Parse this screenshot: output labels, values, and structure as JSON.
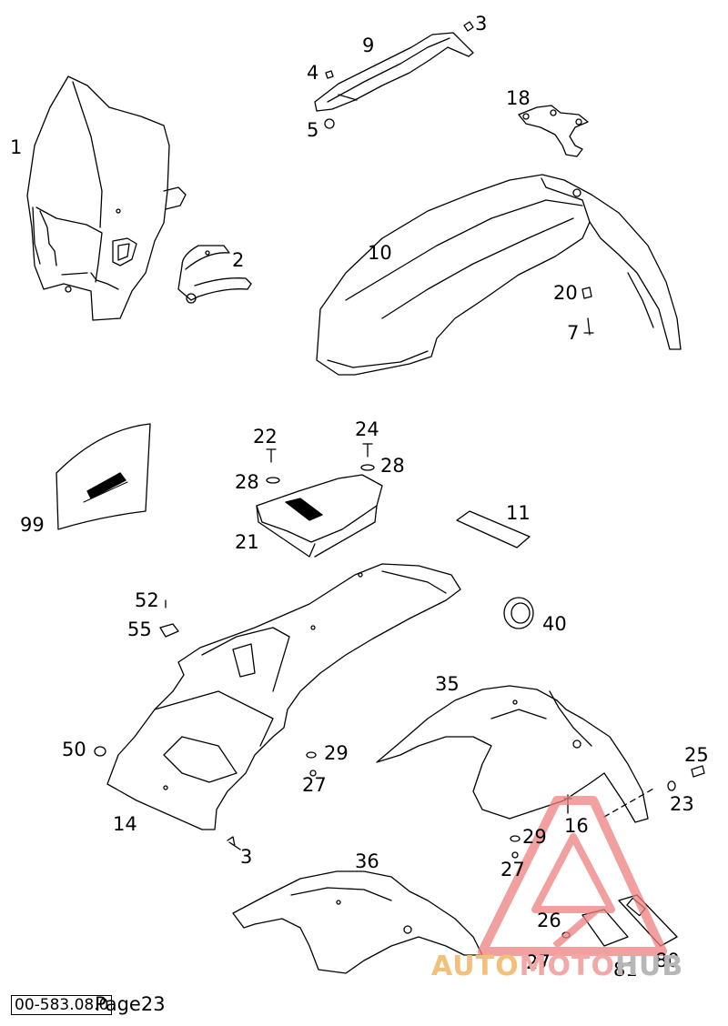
{
  "parts": [
    {
      "id": "p1",
      "number": "1"
    },
    {
      "id": "p2",
      "number": "2"
    },
    {
      "id": "p3a",
      "number": "3"
    },
    {
      "id": "p4",
      "number": "4"
    },
    {
      "id": "p5",
      "number": "5"
    },
    {
      "id": "p9",
      "number": "9"
    },
    {
      "id": "p18",
      "number": "18"
    },
    {
      "id": "p10",
      "number": "10"
    },
    {
      "id": "p20",
      "number": "20"
    },
    {
      "id": "p7",
      "number": "7"
    },
    {
      "id": "p99",
      "number": "99"
    },
    {
      "id": "p22",
      "number": "22"
    },
    {
      "id": "p28a",
      "number": "28"
    },
    {
      "id": "p24",
      "number": "24"
    },
    {
      "id": "p28b",
      "number": "28"
    },
    {
      "id": "p21",
      "number": "21"
    },
    {
      "id": "p11",
      "number": "11"
    },
    {
      "id": "p52",
      "number": "52"
    },
    {
      "id": "p55",
      "number": "55"
    },
    {
      "id": "p40",
      "number": "40"
    },
    {
      "id": "p35",
      "number": "35"
    },
    {
      "id": "p50",
      "number": "50"
    },
    {
      "id": "p29a",
      "number": "29"
    },
    {
      "id": "p27a",
      "number": "27"
    },
    {
      "id": "p14",
      "number": "14"
    },
    {
      "id": "p25",
      "number": "25"
    },
    {
      "id": "p23",
      "number": "23"
    },
    {
      "id": "p16",
      "number": "16"
    },
    {
      "id": "p3b",
      "number": "3"
    },
    {
      "id": "p29b",
      "number": "29"
    },
    {
      "id": "p27b",
      "number": "27"
    },
    {
      "id": "p36",
      "number": "36"
    },
    {
      "id": "p26",
      "number": "26"
    },
    {
      "id": "p27c",
      "number": "27"
    },
    {
      "id": "p80",
      "number": "80"
    },
    {
      "id": "p81",
      "number": "81"
    }
  ],
  "footer": {
    "doc_id": "00-583.08.0",
    "page_label": "Page23"
  },
  "watermark": {
    "part1": "AUTO",
    "part2": "MOTO",
    "part3": "HUB",
    "colors": {
      "auto": "#f2c07a",
      "moto": "#f3a8a8",
      "hub": "#b7b7b7",
      "logo": "#ee8080"
    }
  }
}
